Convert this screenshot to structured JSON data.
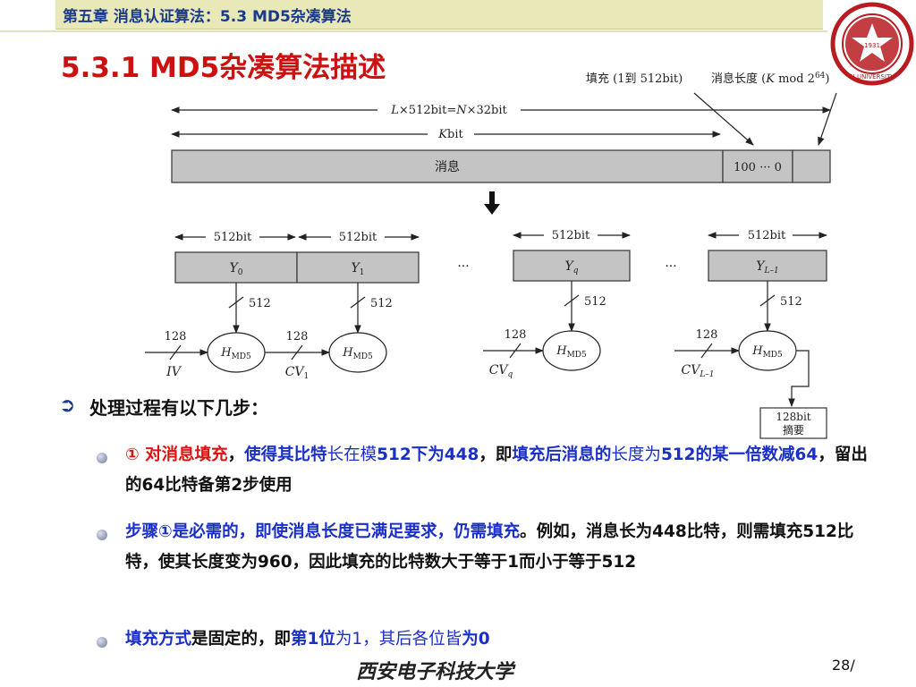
{
  "header": {
    "breadcrumb": "第五章 消息认证算法：5.3 MD5杂凑算法"
  },
  "slide": {
    "title": "5.3.1 MD5杂凑算法描述"
  },
  "logo": {
    "icon": "university-seal-icon",
    "seal_text": "N UNIVERSITY",
    "year": "1931"
  },
  "diagram": {
    "padding_label": "填充 (1到 512bit)",
    "length_label": "消息长度 (",
    "length_k": "K",
    "length_mod": " mod 2",
    "length_exp": "64",
    "length_close": ")",
    "total_l": "L",
    "total_mid": "×512bit=",
    "total_n": "N",
    "total_tail": "×32bit",
    "k_label": "K",
    "bit_suffix": "bit",
    "message_label": "消息",
    "pad_value": "100 ··· 0",
    "block_size": "512bit",
    "ellipsis": "···",
    "block_y": "Y",
    "sub0": "0",
    "sub1": "1",
    "sub_q": "q",
    "sub_l1": "L–1",
    "wire_512": "512",
    "wire_128": "128",
    "h_letter": "H",
    "h_sub": "MD5",
    "iv_label": "IV",
    "cv_label": "CV",
    "digest_line1": "128bit",
    "digest_line2": "摘要"
  },
  "content": {
    "heading": "处理过程有以下几步：",
    "p1": {
      "s1": "① 对消息填充",
      "s2": "，",
      "s3": "使得其比特",
      "s4": "长在模",
      "s5": "512下为448",
      "s6": "，即",
      "s7": "填充后消息的",
      "s8": "长度为",
      "s9": "512的某一倍数减64",
      "s10": "，留出的64比特备第2步使用"
    },
    "p2": {
      "s1": "步骤①是必需的，即使消息长度已满足要求，仍需填充",
      "s2": "。例如，消息长为448比特，则需填充512比特，使其长度变为960，因此填充的比特数大于等于1而小于等于512"
    },
    "p3": {
      "s1": "填充方式",
      "s2": "是固定的，即",
      "s3": "第1位",
      "s4": "为1，其后各位皆",
      "s5": "为0"
    }
  },
  "footer": {
    "calligraphy": "西安电子科技大学",
    "page": "28/"
  }
}
